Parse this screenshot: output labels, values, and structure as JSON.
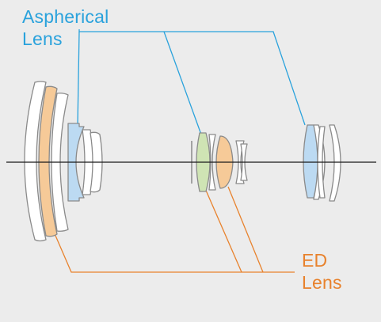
{
  "labels": {
    "aspherical": {
      "line1": "Aspherical",
      "line2": "Lens"
    },
    "ed": {
      "line1": "ED",
      "line2": "Lens"
    }
  },
  "colors": {
    "background": "#ececec",
    "aspherical": "#2aa2dc",
    "ed": "#e8822d",
    "aspherical_fill": "#bcdaf2",
    "ed_fill": "#f6ca98",
    "green_fill": "#cfe4b4",
    "lens_outline": "#8a8a8a",
    "axis": "#1a1a1a"
  }
}
